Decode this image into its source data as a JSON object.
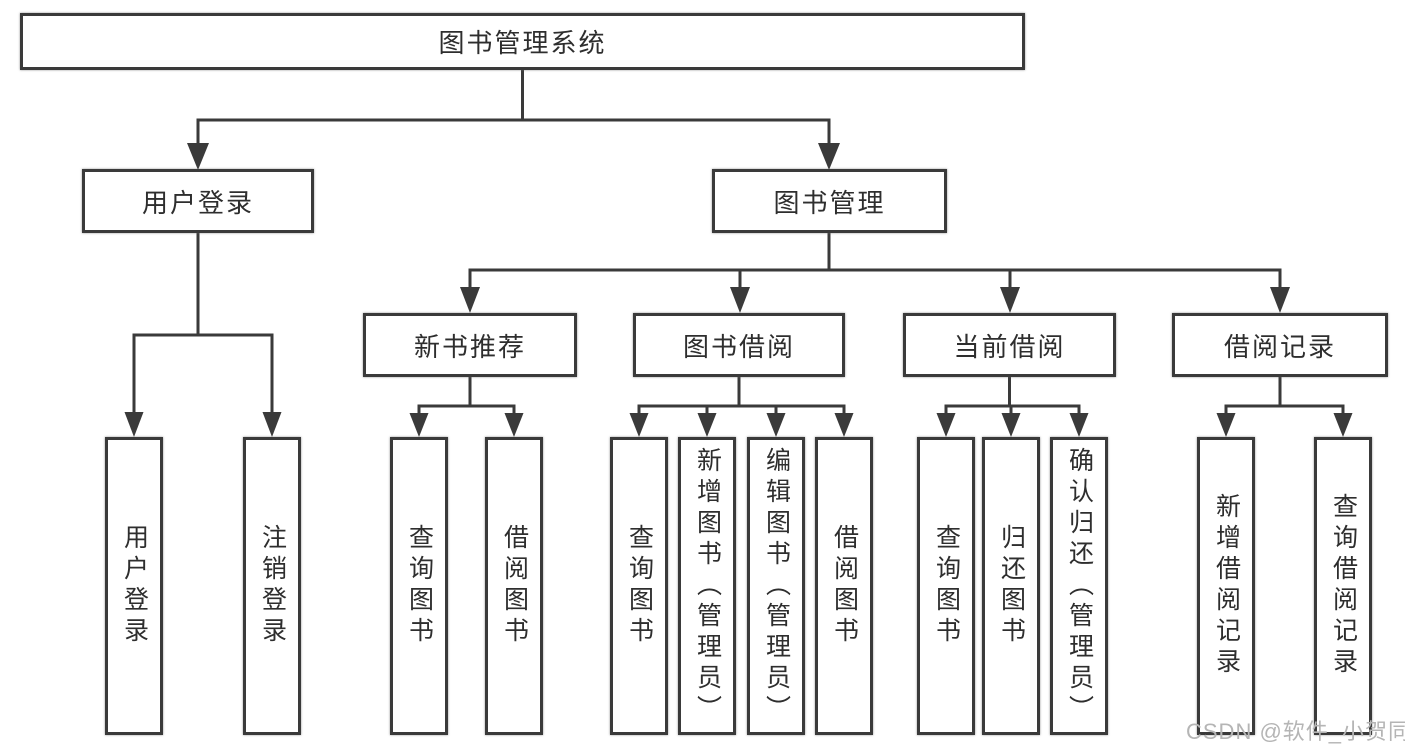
{
  "page": {
    "background": "#ffffff"
  },
  "watermark": {
    "text": "CSDN @软件_小贺同学",
    "color": "#b5b5b5"
  },
  "diagram": {
    "type": "tree",
    "line_color": "#3a3a3a",
    "text_color": "#2e2e2e",
    "nodes": {
      "root": {
        "label": "图书管理系统"
      },
      "level2": [
        {
          "label": "用户登录"
        },
        {
          "label": "图书管理"
        }
      ],
      "level3": [
        {
          "label": "新书推荐",
          "parent": "图书管理"
        },
        {
          "label": "图书借阅",
          "parent": "图书管理"
        },
        {
          "label": "当前借阅",
          "parent": "图书管理"
        },
        {
          "label": "借阅记录",
          "parent": "图书管理"
        }
      ],
      "leaves": [
        {
          "label": "用户登录",
          "parent": "用户登录"
        },
        {
          "label": "注销登录",
          "parent": "用户登录"
        },
        {
          "label": "查询图书",
          "parent": "新书推荐"
        },
        {
          "label": "借阅图书",
          "parent": "新书推荐"
        },
        {
          "label": "查询图书",
          "parent": "图书借阅"
        },
        {
          "label": "新增图书（管理员）",
          "parent": "图书借阅"
        },
        {
          "label": "编辑图书（管理员）",
          "parent": "图书借阅"
        },
        {
          "label": "借阅图书",
          "parent": "图书借阅"
        },
        {
          "label": "查询图书",
          "parent": "当前借阅"
        },
        {
          "label": "归还图书",
          "parent": "当前借阅"
        },
        {
          "label": "确认归还（管理员）",
          "parent": "当前借阅"
        },
        {
          "label": "新增借阅记录",
          "parent": "借阅记录"
        },
        {
          "label": "查询借阅记录",
          "parent": "借阅记录"
        }
      ]
    }
  }
}
